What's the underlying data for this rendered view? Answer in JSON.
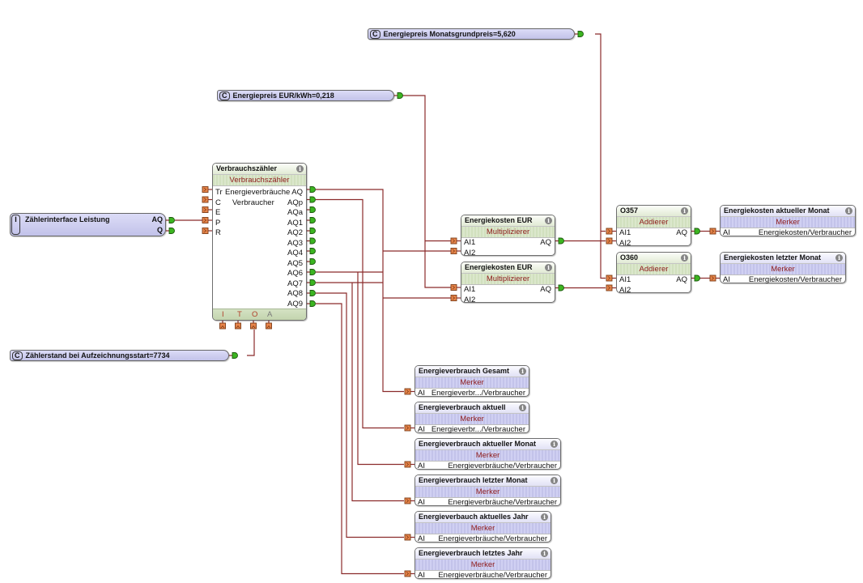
{
  "canvas": {
    "wire_color": "#8b2b2b",
    "output_pin_color": "#3cb521",
    "input_pin_color": "#e8854b",
    "function_block_color": "#dbe7cc",
    "marker_block_color": "#c9c9ee"
  },
  "info_icon": "i",
  "constants": {
    "monatsgrundpreis": {
      "badge": "C",
      "label": "Energiepreis Monatsgrundpreis=5,620"
    },
    "eur_kwh": {
      "badge": "C",
      "label": "Energiepreis EUR/kWh=0,218"
    },
    "zaehlerstand": {
      "badge": "C",
      "label": "Zählerstand bei Aufzeichnungsstart=7734"
    }
  },
  "interface": {
    "badge": "I",
    "label": "Zählerinterface Leistung",
    "outputs": [
      "AQ",
      "Q"
    ]
  },
  "counter": {
    "title": "Verbrauchszähler",
    "type": "Verbrauchszähler",
    "inputs": [
      "Tr",
      "C",
      "E",
      "P",
      "R"
    ],
    "param_label": "Energieverbräuche",
    "param_unit": "Verbraucher",
    "outputs": [
      "AQ",
      "AQp",
      "AQa",
      "AQ1",
      "AQ2",
      "AQ3",
      "AQ4",
      "AQ5",
      "AQ6",
      "AQ7",
      "AQ8",
      "AQ9"
    ],
    "footer": [
      "I",
      "T",
      "O",
      "A"
    ]
  },
  "multipliers": [
    {
      "title": "Energiekosten EUR",
      "type": "Multiplizierer",
      "inputs": [
        "AI1",
        "AI2"
      ],
      "output": "AQ"
    },
    {
      "title": "Energiekosten EUR",
      "type": "Multiplizierer",
      "inputs": [
        "AI1",
        "AI2"
      ],
      "output": "AQ"
    }
  ],
  "adders": [
    {
      "title": "O357",
      "type": "Addierer",
      "inputs": [
        "AI1",
        "AI2"
      ],
      "output": "AQ"
    },
    {
      "title": "O360",
      "type": "Addierer",
      "inputs": [
        "AI1",
        "AI2"
      ],
      "output": "AQ"
    }
  ],
  "cost_markers": [
    {
      "title": "Energiekosten aktueller Monat",
      "type": "Merker",
      "input": "AI",
      "value": "Energiekosten/Verbraucher"
    },
    {
      "title": "Energiekosten letzter Monat",
      "type": "Merker",
      "input": "AI",
      "value": "Energiekosten/Verbraucher"
    }
  ],
  "consumption_markers": [
    {
      "title": "Energieverbrauch Gesamt",
      "type": "Merker",
      "input": "AI",
      "value": "Energieverbr.../Verbraucher"
    },
    {
      "title": "Energieverbrauch aktuell",
      "type": "Merker",
      "input": "AI",
      "value": "Energieverbr.../Verbraucher"
    },
    {
      "title": "Energieverbrauch aktueller Monat",
      "type": "Merker",
      "input": "AI",
      "value": "Energieverbräuche/Verbraucher"
    },
    {
      "title": "Energieverbrauch letzter Monat",
      "type": "Merker",
      "input": "AI",
      "value": "Energieverbräuche/Verbraucher"
    },
    {
      "title": "Energieverbauch aktuelles Jahr",
      "type": "Merker",
      "input": "AI",
      "value": "Energieverbräuche/Verbraucher"
    },
    {
      "title": "Energieverbrauch letztes Jahr",
      "type": "Merker",
      "input": "AI",
      "value": "Energieverbräuche/Verbraucher"
    }
  ]
}
